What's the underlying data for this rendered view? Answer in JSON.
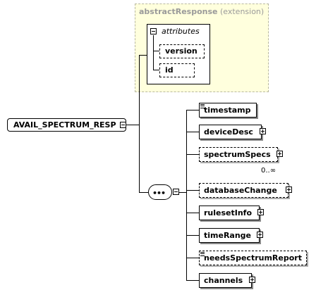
{
  "extension": {
    "name": "abstractResponse",
    "kind": "(extension)"
  },
  "attributes": {
    "label": "attributes",
    "items": [
      "version",
      "id"
    ]
  },
  "root": {
    "name": "AVAIL_SPECTRUM_RESP"
  },
  "sequence": {
    "symbol": "•••"
  },
  "elements": [
    {
      "name": "timestamp",
      "optional": false,
      "simple": true,
      "expandable": false
    },
    {
      "name": "deviceDesc",
      "optional": false,
      "simple": false,
      "expandable": true
    },
    {
      "name": "spectrumSpecs",
      "optional": true,
      "simple": false,
      "expandable": true,
      "occurs": "0..∞"
    },
    {
      "name": "databaseChange",
      "optional": true,
      "simple": false,
      "expandable": true
    },
    {
      "name": "rulesetInfo",
      "optional": false,
      "simple": false,
      "expandable": true
    },
    {
      "name": "timeRange",
      "optional": false,
      "simple": false,
      "expandable": true
    },
    {
      "name": "needsSpectrumReport",
      "optional": true,
      "simple": true,
      "expandable": false
    },
    {
      "name": "channels",
      "optional": false,
      "simple": false,
      "expandable": true
    }
  ]
}
